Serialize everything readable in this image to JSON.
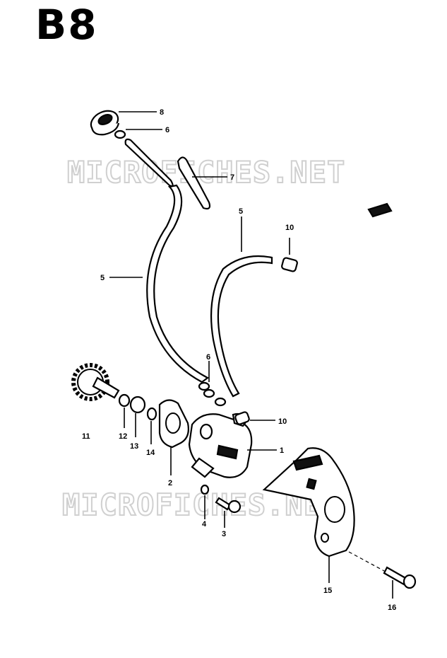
{
  "diagram_title": "B8",
  "watermark": [
    "MICROFICHES.NET",
    "MICROFICHES.NET"
  ],
  "callouts": {
    "c1": "1",
    "c2": "2",
    "c3": "3",
    "c4": "4",
    "c5a": "5",
    "c5b": "5",
    "c6a": "6",
    "c6b": "6",
    "c7": "7",
    "c8": "8",
    "c10a": "10",
    "c10b": "10",
    "c11": "11",
    "c12": "12",
    "c13": "13",
    "c14": "14",
    "c15": "15",
    "c16": "16"
  }
}
